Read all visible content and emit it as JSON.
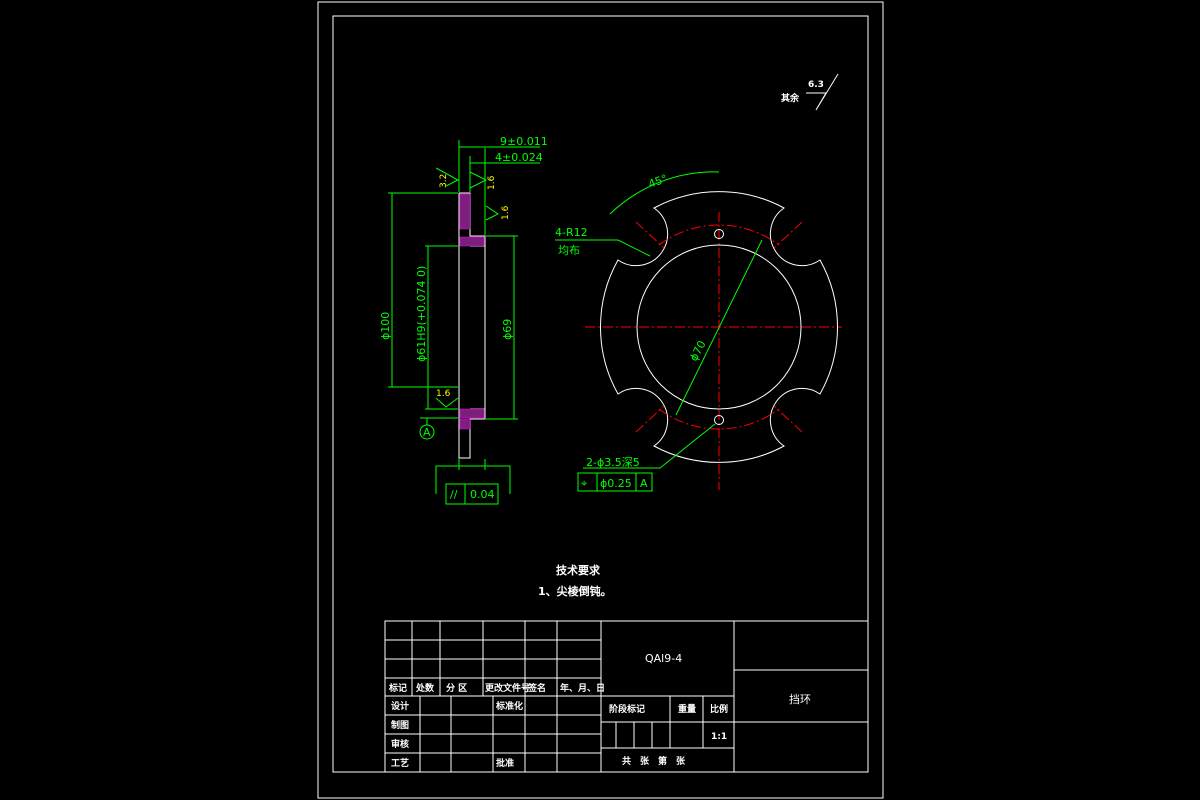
{
  "colors": {
    "background": "#000000",
    "outline": "#ffffff",
    "dimension": "#00ff00",
    "centerline": "#ff0000",
    "surface_finish": "#ffff00",
    "hatch": "#ff00ff"
  },
  "roughness_general": {
    "prefix": "其余",
    "value": "6.3"
  },
  "section_view": {
    "dim_width_total": "9±0.011",
    "dim_width_hub": "4±0.024",
    "dim_outer_dia": "ϕ100",
    "dim_bore": "ϕ61H9(+0.074 0)",
    "dim_hub_dia": "ϕ69",
    "roughness_1": "3.2",
    "roughness_2": "1.6",
    "roughness_3": "1.6",
    "roughness_4": "1.6",
    "datum_label": "A",
    "parallelism_symbol": "//",
    "parallelism_value": "0.04"
  },
  "front_view": {
    "angle_label": "45°",
    "notch_label": "4-R12",
    "notch_note": "均布",
    "pcd_label": "ϕ70",
    "holes_label": "2-ϕ3.5深5",
    "position_symbol": "⌖",
    "position_tolerance": "ϕ0.25",
    "position_datum": "A"
  },
  "tech_requirements": {
    "heading": "技术要求",
    "item_1": "1、尖棱倒钝。"
  },
  "title_block": {
    "material": "QAl9-4",
    "part_name": "挡环",
    "row_labels": {
      "mark": "标记",
      "count": "处数",
      "zone": "分 区",
      "change_doc": "更改文件号",
      "signature": "签名",
      "date": "年、月、日"
    },
    "design": "设计",
    "standardization": "标准化",
    "drawing": "制图",
    "review": "审核",
    "process": "工艺",
    "approve": "批准",
    "stage_mark": "阶段标记",
    "weight": "重量",
    "scale_label": "比例",
    "scale_value": "1:1",
    "sheets": "共　张　第　张"
  }
}
